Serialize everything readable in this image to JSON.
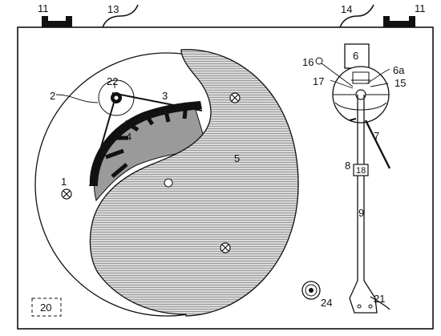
{
  "labels": {
    "l1": "1",
    "l2": "2",
    "l3": "3",
    "l4": "4",
    "l5": "5",
    "l6": "6",
    "l6a": "6a",
    "l7": "7",
    "l8": "8",
    "l9": "9",
    "l11_left": "11",
    "l11_right": "11",
    "l13": "13",
    "l14": "14",
    "l15": "15",
    "l16": "16",
    "l17": "17",
    "l18": "18",
    "l20": "20",
    "l21": "21",
    "l22": "22",
    "l24": "24"
  },
  "colors": {
    "line": "#111111",
    "platter_hatch": "#b5b5b5",
    "rim_gray": "#8a8a8a",
    "background": "#ffffff"
  }
}
